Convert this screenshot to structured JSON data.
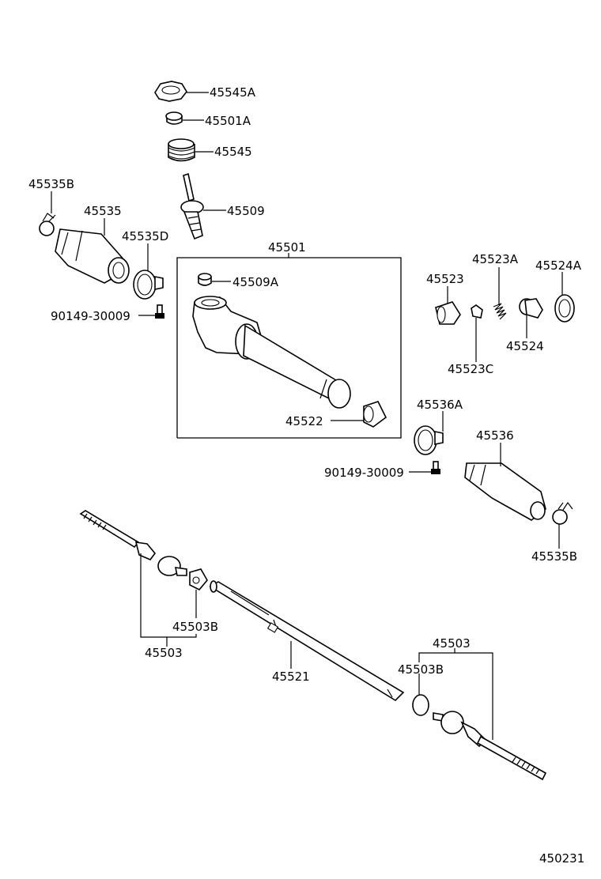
{
  "diagram": {
    "labels": {
      "p45545A": "45545A",
      "p45501A": "45501A",
      "p45545": "45545",
      "p45509": "45509",
      "p45535B_left": "45535B",
      "p45535": "45535",
      "p45535D": "45535D",
      "p45501": "45501",
      "p45509A": "45509A",
      "p90149_left": "90149-30009",
      "p45523": "45523",
      "p45523A": "45523A",
      "p45524A": "45524A",
      "p45524": "45524",
      "p45523C": "45523C",
      "p45522": "45522",
      "p45536A": "45536A",
      "p45536": "45536",
      "p90149_right": "90149-30009",
      "p45535B_right": "45535B",
      "p45503B_left": "45503B",
      "p45503_left": "45503",
      "p45521": "45521",
      "p45503_right": "45503",
      "p45503B_right": "45503B",
      "drawing_number": "450231"
    }
  }
}
